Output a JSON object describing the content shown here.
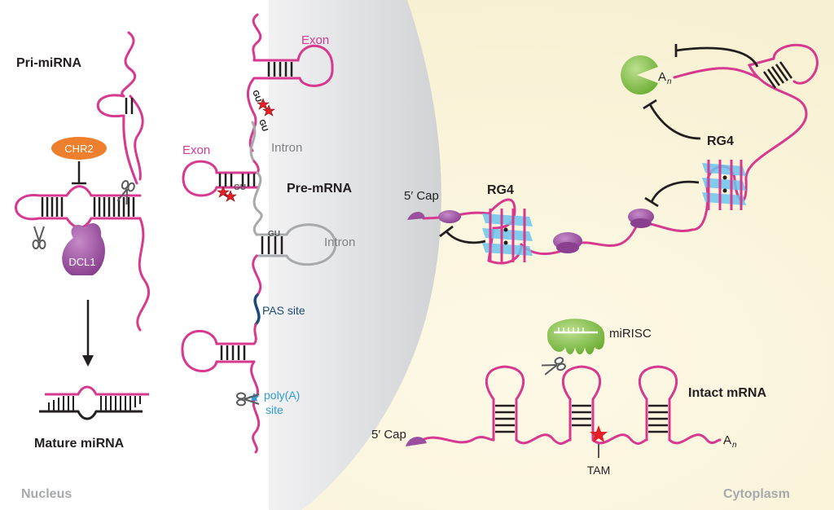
{
  "labels": {
    "pri_mirna": "Pri-miRNA",
    "chr2": "CHR2",
    "dcl1": "DCL1",
    "mature_mirna": "Mature miRNA",
    "nucleus": "Nucleus",
    "exon_top": "Exon",
    "exon_left": "Exon",
    "gu_1": "GU",
    "gu_2": "GU",
    "gu_3": "GU",
    "gu_4": "GU",
    "intron_top": "Intron",
    "intron_lower": "Intron",
    "pre_mrna": "Pre-mRNA",
    "pas_site": "PAS site",
    "poly_a_line1": "poly(A)",
    "poly_a_line2": "site",
    "cap_upper": "5′ Cap",
    "rg4_left": "RG4",
    "rg4_right": "RG4",
    "an_upper": "A",
    "an_upper_sub": "n",
    "mirisc": "miRISC",
    "intact_mrna": "Intact mRNA",
    "cap_lower": "5′ Cap",
    "an_lower": "A",
    "an_lower_sub": "n",
    "tam": "TAM",
    "cytoplasm": "Cytoplasm"
  },
  "colors": {
    "rna": "#d6398f",
    "intron": "#a7a9ac",
    "pas": "#1c4a78",
    "polya": "#2e9bd6",
    "chr2": "#ee7f2d",
    "dcl1": "#9b4f9f",
    "ribosome": "#9b4f9f",
    "mirisc": "#7dc243",
    "pacman": "#7dc243",
    "g4_plane": "#6cc4ee",
    "star": "#e41f26",
    "cytoplasm_bg": "#fbf6df",
    "nucleus_bg": "#e6e7e8"
  }
}
